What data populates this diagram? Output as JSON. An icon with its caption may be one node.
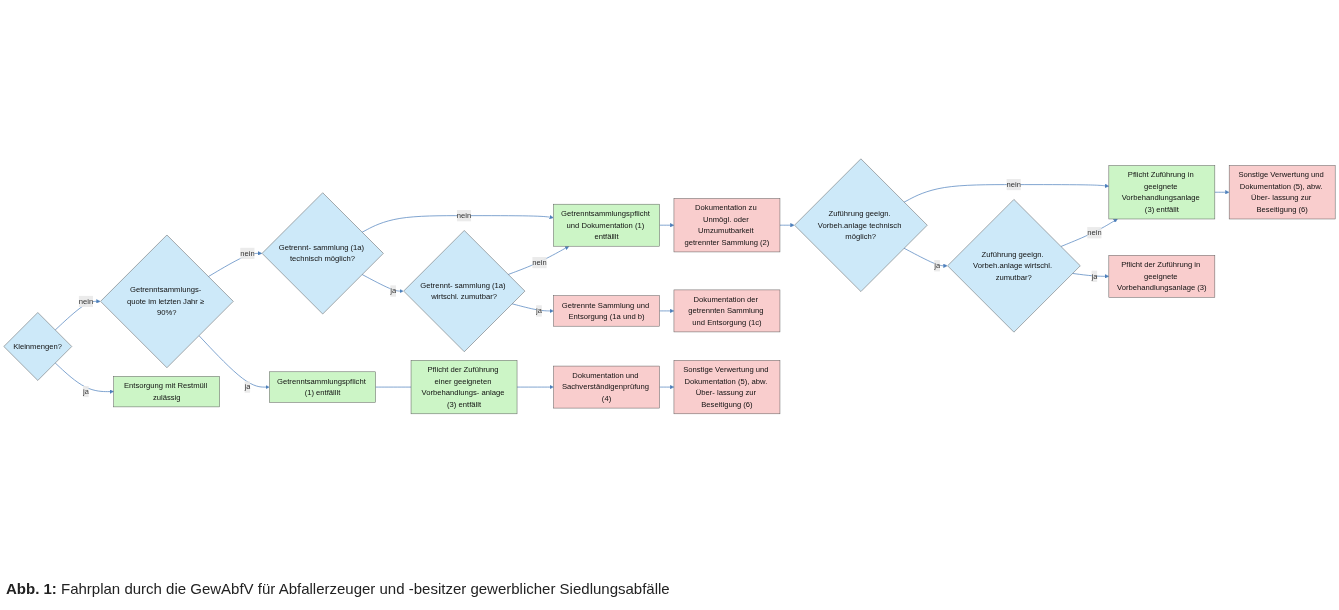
{
  "diagram": {
    "caption": "**Abb. 1:** Fahrplan durch die GewAbfV für Abfallerzeuger und -besitzer gewerblicher Siedlungsabfälle",
    "nodes": [
      {
        "text": [
          "Kleinmengen?"
        ]
      },
      {
        "text": [
          "Entsorgung mit Restmüll zulässig"
        ]
      },
      {
        "text": [
          "Getrenntsammlungs- quote im letzten Jahr ≥ 90%?"
        ]
      },
      {
        "text": [
          "Getrenntsammlungspflicht (1) entfälllt"
        ]
      },
      {
        "text": [
          "Pflicht der Zuführung einer geeigneten Vorbehandlungs- anlage (3) entfällt"
        ]
      },
      {
        "text": [
          "Dokumentation und Sachverständigenprüfung (4)"
        ]
      },
      {
        "text": [
          "Sonstige Verwertung und Dokumentation (5), abw. Über- lassung zur Beseitigung (6)"
        ]
      },
      {
        "text": [
          "Getrennt- sammlung (1a) technisch möglich?"
        ]
      },
      {
        "text": [
          "Getrennt- sammlung (1a) wirtschl. zumutbar?"
        ]
      },
      {
        "text": [
          "Getrennte Sammlung und Entsorgung (1a und b)"
        ]
      },
      {
        "text": [
          "Dokumentation der getrennten Sammlung und Entsorgung (1c)"
        ]
      },
      {
        "text": [
          "Getrenntsammlungspflicht und Dokumentation (1) entfälllt"
        ]
      },
      {
        "text": [
          "Dokumentation zu Unmögl. oder Umzumutbarkeit getrennter Sammlung (2)"
        ]
      },
      {
        "text": [
          "Zuführung geeign. Vorbeh.anlage technisch möglich?"
        ]
      },
      {
        "text": [
          "Zuführung geeign. Vorbeh.anlage wirtschl. zumutbar?"
        ]
      },
      {
        "text": [
          "Pflicht der Zuführung in geeignete Vorbehandlungsanlage (3)"
        ]
      },
      {
        "text": [
          "Pflicht Zuführung in geeignete Vorbehandlungsanlage (3) entfällt"
        ]
      },
      {
        "text": [
          "Sonstige Verwertung und Dokumentation (5), abw. Über- lassung zur Beseitigung (6)"
        ]
      }
    ],
    "edges": [
      {
        "from": 0,
        "to": 2,
        "arrow": "to",
        "label": "nein"
      },
      {
        "from": 0,
        "to": 1,
        "arrow": "to",
        "label": "ja"
      },
      {
        "from": 2,
        "to": 7,
        "arrow": "to",
        "label": "nein"
      },
      {
        "from": 2,
        "to": 3,
        "arrow": "to",
        "label": "ja"
      },
      {
        "from": 3,
        "to": 4,
        "arrow": "none"
      },
      {
        "from": 4,
        "to": 5,
        "arrow": "to"
      },
      {
        "from": 5,
        "to": 6,
        "arrow": "to"
      },
      {
        "from": 7,
        "to": 11,
        "arrow": "to",
        "label": "nein"
      },
      {
        "from": 7,
        "to": 8,
        "arrow": "to",
        "label": "ja"
      },
      {
        "from": 8,
        "to": 11,
        "arrow": "to",
        "label": "nein"
      },
      {
        "from": 8,
        "to": 9,
        "arrow": "to",
        "label": "ja"
      },
      {
        "from": 9,
        "to": 10,
        "arrow": "to"
      },
      {
        "from": 11,
        "to": 12,
        "arrow": "to"
      },
      {
        "from": 12,
        "to": 13,
        "arrow": "to"
      },
      {
        "from": 13,
        "to": 16,
        "arrow": "to",
        "label": "nein"
      },
      {
        "from": 13,
        "to": 14,
        "arrow": "to",
        "label": "ja"
      },
      {
        "from": 14,
        "to": 16,
        "arrow": "to",
        "label": "nein"
      },
      {
        "from": 14,
        "to": 15,
        "arrow": "to",
        "label": "ja"
      },
      {
        "from": 16,
        "to": 17,
        "arrow": "to"
      }
    ]
  }
}
